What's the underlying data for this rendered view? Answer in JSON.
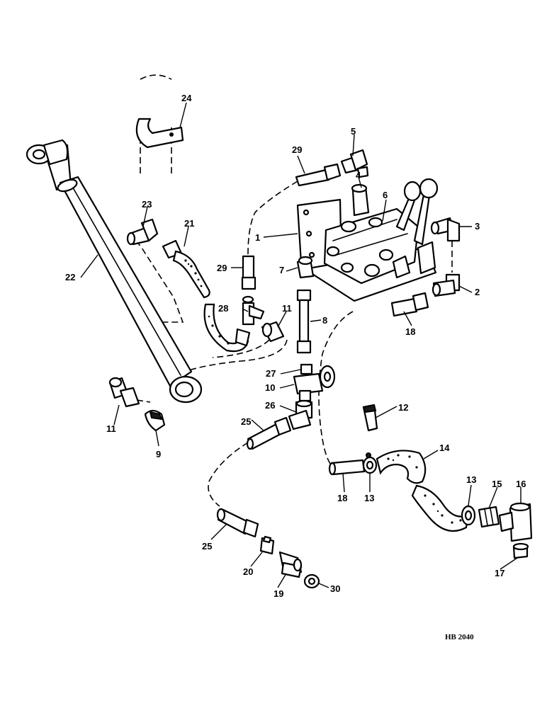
{
  "drawing_code": "HB 2040",
  "callouts": {
    "c1": "1",
    "c2": "2",
    "c3": "3",
    "c4": "4",
    "c5": "5",
    "c6": "6",
    "c7": "7",
    "c8": "8",
    "c9": "9",
    "c10": "10",
    "c11a": "11",
    "c11b": "11",
    "c12": "12",
    "c13a": "13",
    "c13b": "13",
    "c14": "14",
    "c15": "15",
    "c16": "16",
    "c17": "17",
    "c18a": "18",
    "c18b": "18",
    "c19": "19",
    "c20": "20",
    "c21": "21",
    "c22": "22",
    "c23": "23",
    "c24": "24",
    "c25a": "25",
    "c25b": "25",
    "c26": "26",
    "c27": "27",
    "c28": "28",
    "c29a": "29",
    "c29b": "29",
    "c30": "30"
  }
}
